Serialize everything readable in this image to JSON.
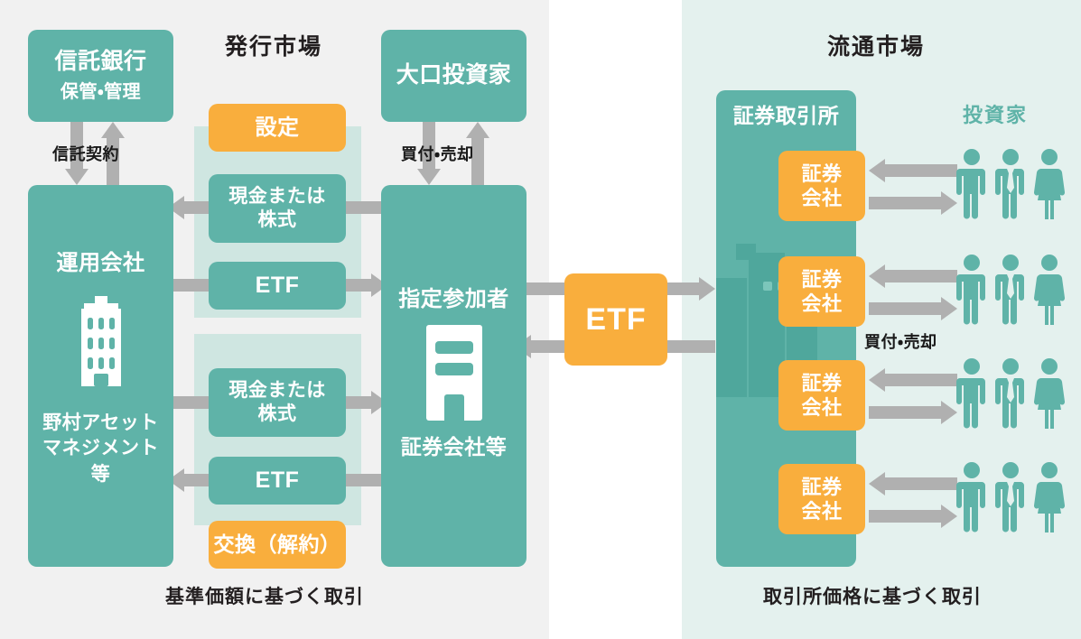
{
  "diagram": {
    "title_primary_market": "発行市場",
    "title_secondary_market": "流通市場",
    "caption_primary": "基準価額に基づく取引",
    "caption_secondary": "取引所価格に基づく取引",
    "investors_heading": "投資家"
  },
  "colors": {
    "teal": "#5fb3a8",
    "teal_light_panel": "#cfe6e1",
    "orange": "#f9ae3d",
    "arrow_grey": "#b0b0b0",
    "panel_primary_bg": "#f1f1f1",
    "panel_secondary_bg": "#e4f1ee",
    "text_dark": "#231f20",
    "text_white": "#ffffff"
  },
  "primary_market": {
    "trust_bank": {
      "line1": "信託銀行",
      "line2": "保管・管理"
    },
    "asset_manager": {
      "line1": "運用会社",
      "line2": "野村アセット",
      "line3": "マネジメント",
      "line4": "等",
      "icon": "office-building-icon"
    },
    "large_investor": {
      "label": "大口投資家"
    },
    "authorized_participant": {
      "line1": "指定参加者",
      "line2": "証券会社等",
      "icon": "bank-building-icon"
    },
    "flow_labels": {
      "trust_contract": "信託契約",
      "buy_sell": "買付・売却"
    },
    "creation_group": {
      "badge": "設定",
      "exchange_item": "現金または株式",
      "exchange_item_line1": "現金または",
      "exchange_item_line2": "株式",
      "etf_item": "ETF"
    },
    "redemption_group": {
      "badge": "交換（解約）",
      "exchange_item_line1": "現金または",
      "exchange_item_line2": "株式",
      "etf_item": "ETF"
    }
  },
  "bridge": {
    "etf_label": "ETF"
  },
  "secondary_market": {
    "exchange": {
      "label": "証券取引所",
      "icon": "city-skyline-icon"
    },
    "brokers": [
      {
        "line1": "証券",
        "line2": "会社"
      },
      {
        "line1": "証券",
        "line2": "会社"
      },
      {
        "line1": "証券",
        "line2": "会社"
      },
      {
        "line1": "証券",
        "line2": "会社"
      }
    ],
    "flow_label_buy_sell": "買付・売却",
    "investor_rows": [
      {
        "figures": [
          "man",
          "man-with-tie",
          "woman"
        ]
      },
      {
        "figures": [
          "man",
          "man-with-tie",
          "woman"
        ]
      },
      {
        "figures": [
          "man",
          "man-with-tie",
          "woman"
        ]
      },
      {
        "figures": [
          "man",
          "man-with-tie",
          "woman"
        ]
      }
    ]
  }
}
